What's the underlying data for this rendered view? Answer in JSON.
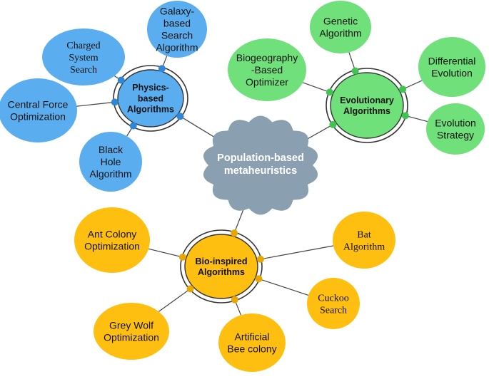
{
  "colors": {
    "physics": "#5aaef0",
    "physics_dark": "#2f86d4",
    "evolutionary": "#6fe07a",
    "evolutionary_dark": "#3fc450",
    "bio": "#ffbf10",
    "bio_dark": "#e8a600",
    "cloud": "#8a9faf",
    "line": "#444444",
    "hub_ring": "#333333",
    "text": "#111111"
  },
  "center": {
    "lines": [
      "Population-based",
      "metaheuristics"
    ]
  },
  "groups": [
    {
      "id": "physics",
      "hub": {
        "lines": [
          "Physics-",
          "based",
          "Algorithms"
        ]
      },
      "leaves": [
        {
          "id": "charged-system-search",
          "lines": [
            "Charged",
            "System",
            "Search"
          ]
        },
        {
          "id": "galaxy-based-search",
          "lines": [
            "Galaxy-",
            "based",
            "Search",
            "Algorithm"
          ]
        },
        {
          "id": "central-force-optimization",
          "lines": [
            "Central Force",
            "Optimization"
          ]
        },
        {
          "id": "black-hole-algorithm",
          "lines": [
            "Black",
            "Hole",
            "Algorithm"
          ]
        }
      ]
    },
    {
      "id": "evolutionary",
      "hub": {
        "lines": [
          "Evolutionary",
          "Algorithms"
        ]
      },
      "leaves": [
        {
          "id": "genetic-algorithm",
          "lines": [
            "Genetic",
            "Algorithm"
          ]
        },
        {
          "id": "biogeography-based-optimizer",
          "lines": [
            "Biogeography",
            "-Based",
            "Optimizer"
          ]
        },
        {
          "id": "differential-evolution",
          "lines": [
            "Differential",
            "Evolution"
          ]
        },
        {
          "id": "evolution-strategy",
          "lines": [
            "Evolution",
            "Strategy"
          ]
        }
      ]
    },
    {
      "id": "bio",
      "hub": {
        "lines": [
          "Bio-inspired",
          "Algorithms"
        ]
      },
      "leaves": [
        {
          "id": "ant-colony-optimization",
          "lines": [
            "Ant Colony",
            "Optimization"
          ]
        },
        {
          "id": "bat-algorithm",
          "lines": [
            "Bat",
            "Algorithm"
          ]
        },
        {
          "id": "cuckoo-search",
          "lines": [
            "Cuckoo",
            "Search"
          ]
        },
        {
          "id": "grey-wolf-optimization",
          "lines": [
            "Grey Wolf",
            "Optimization"
          ]
        },
        {
          "id": "artificial-bee-colony",
          "lines": [
            "Artificial",
            "Bee colony"
          ]
        }
      ]
    }
  ]
}
